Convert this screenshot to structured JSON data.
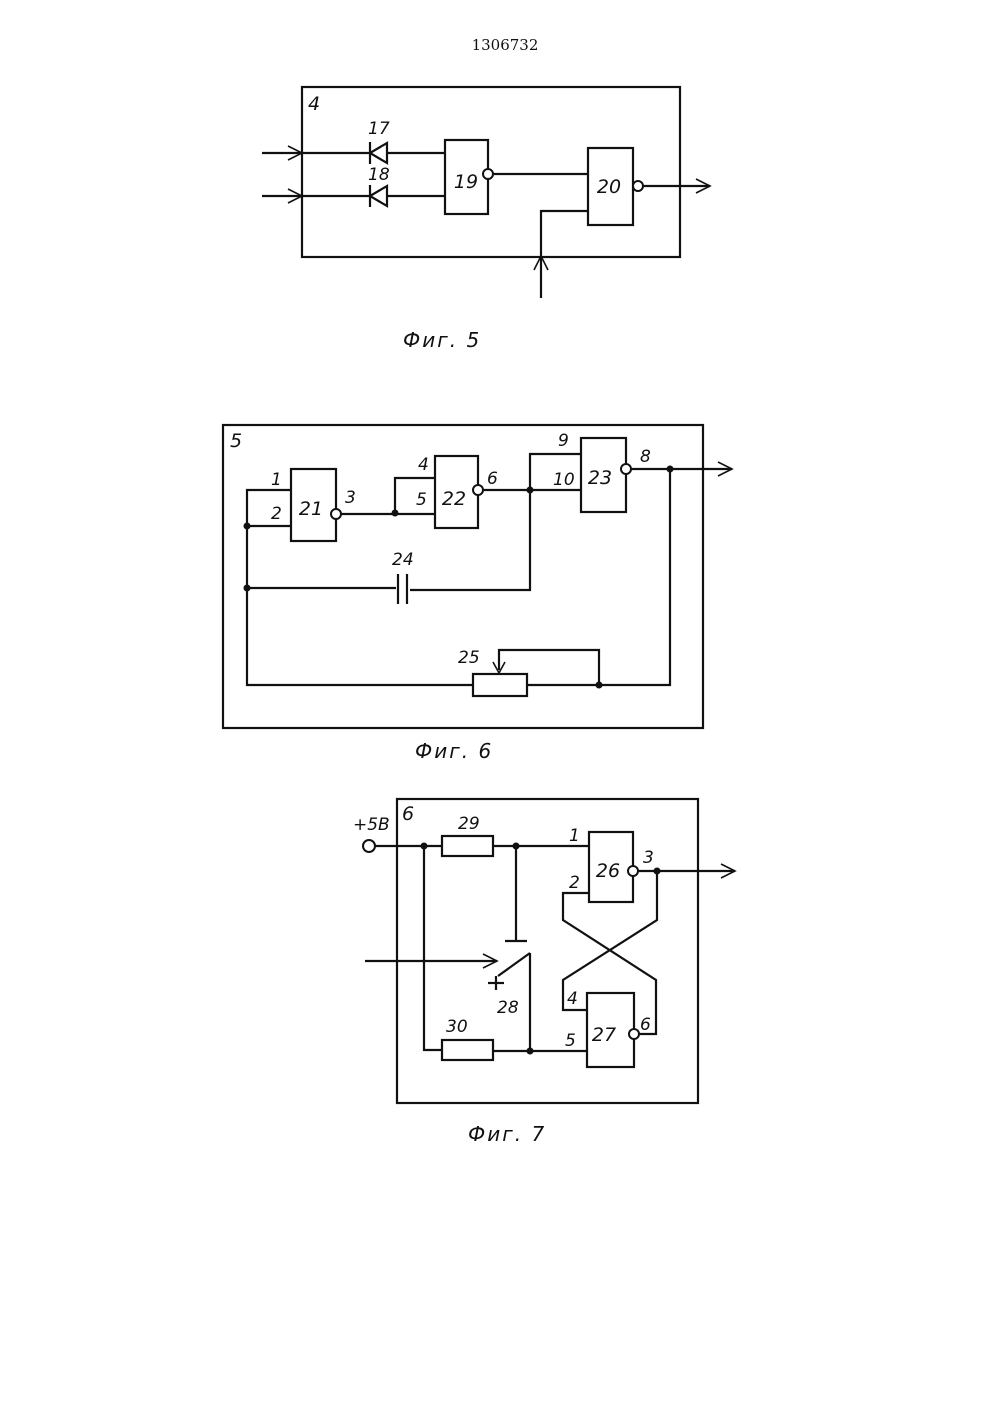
{
  "header": {
    "patent_number": "1306732"
  },
  "fig5": {
    "caption": "Фиг. 5",
    "block": "4",
    "diode_a": "17",
    "diode_b": "18",
    "gate_a": "19",
    "gate_b": "20"
  },
  "fig6": {
    "caption": "Фиг. 6",
    "block": "5",
    "gate_a": "21",
    "gate_b": "22",
    "gate_c": "23",
    "capacitor": "24",
    "resistor": "25",
    "pins": [
      "1",
      "2",
      "3",
      "4",
      "5",
      "6",
      "9",
      "10",
      "8"
    ]
  },
  "fig7": {
    "caption": "Фиг. 7",
    "block": "6",
    "supply": "+5В",
    "resistor_a": "29",
    "resistor_b": "30",
    "switch": "28",
    "gate_a": "26",
    "gate_b": "27",
    "pins": [
      "1",
      "2",
      "3",
      "4",
      "5",
      "6"
    ]
  }
}
